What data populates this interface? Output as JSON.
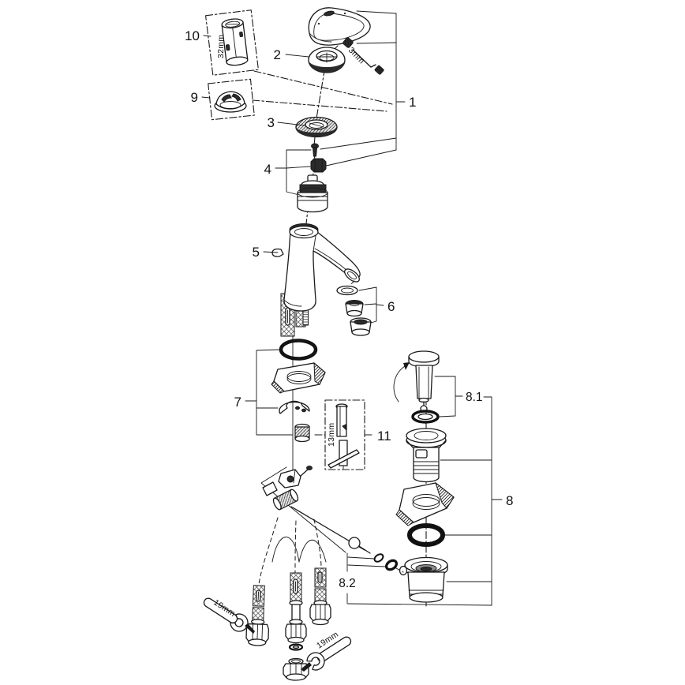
{
  "diagram": {
    "type": "exploded-parts-diagram",
    "colors": {
      "line": "#1a1a1a",
      "background": "#ffffff",
      "dark_fill": "#2b2b2b"
    },
    "labels": {
      "n1": "1",
      "n2": "2",
      "n3": "3",
      "n4": "4",
      "n5": "5",
      "n6": "6",
      "n7": "7",
      "n8": "8",
      "n8_1": "8.1",
      "n8_2": "8.2",
      "n9": "9",
      "n10": "10",
      "n11": "11"
    },
    "sizes": {
      "s32": "32mm",
      "s3": "3mm",
      "s13": "13mm",
      "s19_left": "19mm",
      "s19_bottom": "19mm"
    }
  }
}
